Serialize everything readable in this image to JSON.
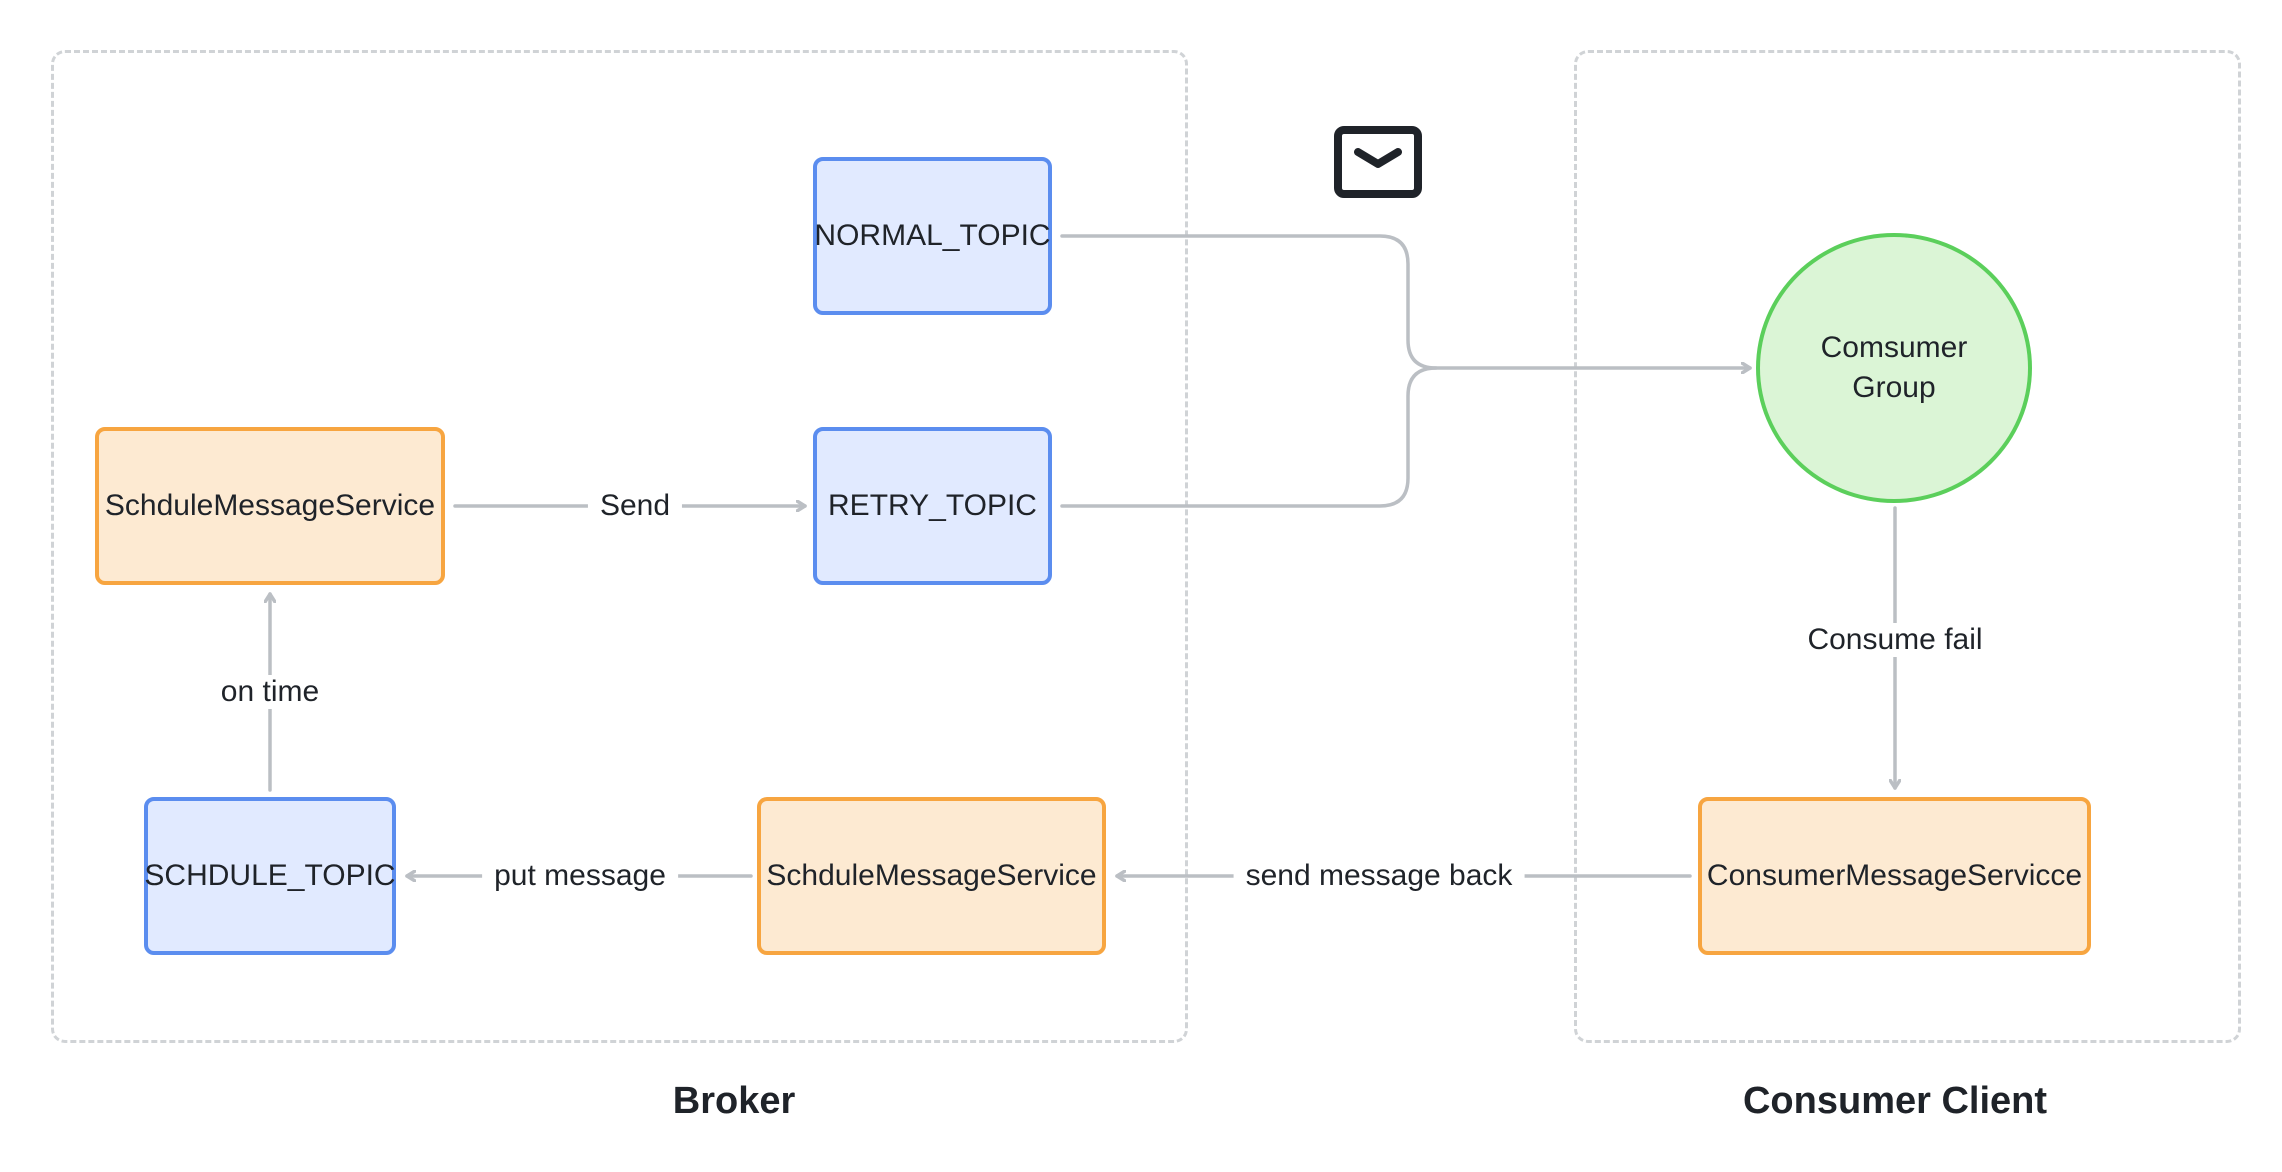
{
  "regions": {
    "broker": {
      "title": "Broker"
    },
    "consumer_client": {
      "title": "Consumer Client"
    }
  },
  "nodes": {
    "normal_topic": "NORMAL_TOPIC",
    "retry_topic": "RETRY_TOPIC",
    "schedule_service_top": "SchduleMessageService",
    "schedule_topic": "SCHDULE_TOPIC",
    "schedule_service_bottom": "SchduleMessageService",
    "consumer_group": "Comsumer\nGroup",
    "consumer_service": "ConsumerMessageServicce"
  },
  "edges": {
    "send": "Send",
    "on_time": "on time",
    "put_message": "put message",
    "send_message_back": "send message back",
    "consume_fail": "Consume fail"
  },
  "icons": {
    "message": "envelope-icon"
  },
  "colors": {
    "topic_fill": "#e1eaff",
    "topic_border": "#5b8def",
    "service_fill": "#fdead2",
    "service_border": "#f7a540",
    "group_fill": "#dbf5d6",
    "group_border": "#5bcf5b",
    "edge": "#bbbfc4"
  }
}
